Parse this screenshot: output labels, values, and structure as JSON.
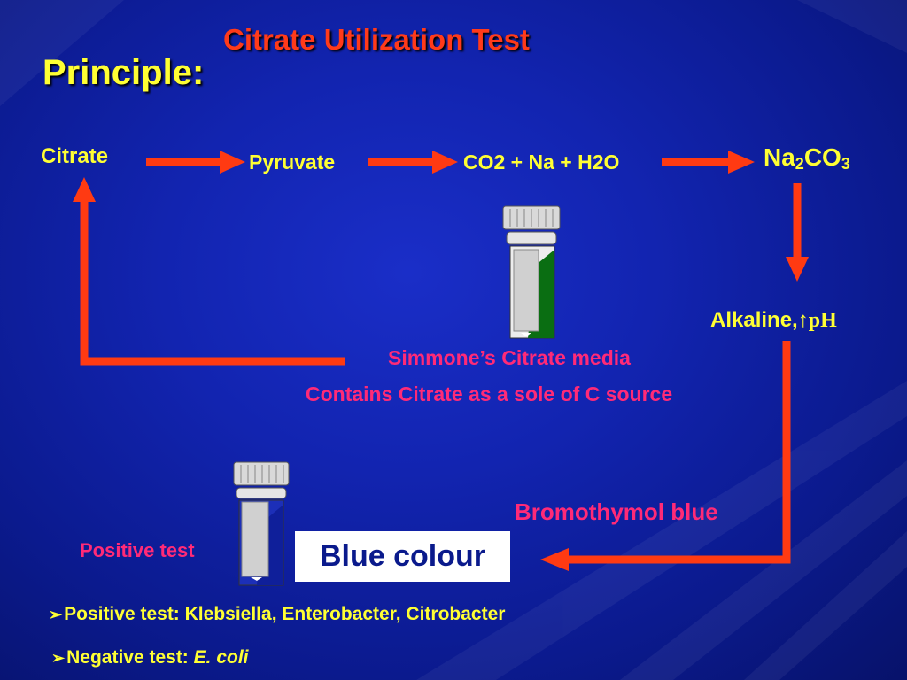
{
  "slide": {
    "title": "Citrate Utilization Test",
    "heading": "Principle:"
  },
  "pathway": {
    "citrate": "Citrate",
    "pyruvate": "Pyruvate",
    "co2_mix": "CO2 + Na + H2O",
    "na2co3": {
      "na": "Na",
      "sub1": "2",
      "co": "CO",
      "sub2": "3"
    },
    "alkaline": "Alkaline,",
    "ph": "↑pH"
  },
  "media": {
    "name": "Simmone’s Citrate media",
    "description": "Contains Citrate as a sole of C source"
  },
  "result": {
    "indicator": "Bromothymol blue",
    "positive_label": "Positive test",
    "colour_box": "Blue colour"
  },
  "bullets": [
    {
      "prefix": "Positive test: ",
      "text": "Klebsiella, Enterobacter, Citrobacter"
    },
    {
      "prefix": "Negative test: ",
      "text": "E. coli"
    }
  ],
  "colors": {
    "arrow": "#ff3a12",
    "title": "#ff3a1a",
    "heading": "#ffff33",
    "pink_text": "#ff2a77",
    "tube_green": "#0a6e12",
    "background": "#1224b0"
  },
  "icons": {
    "tube_top": "test-tube-green-slant-icon",
    "tube_bottom": "test-tube-blue-slant-icon",
    "bullet": "arrowhead-bullet-icon"
  }
}
